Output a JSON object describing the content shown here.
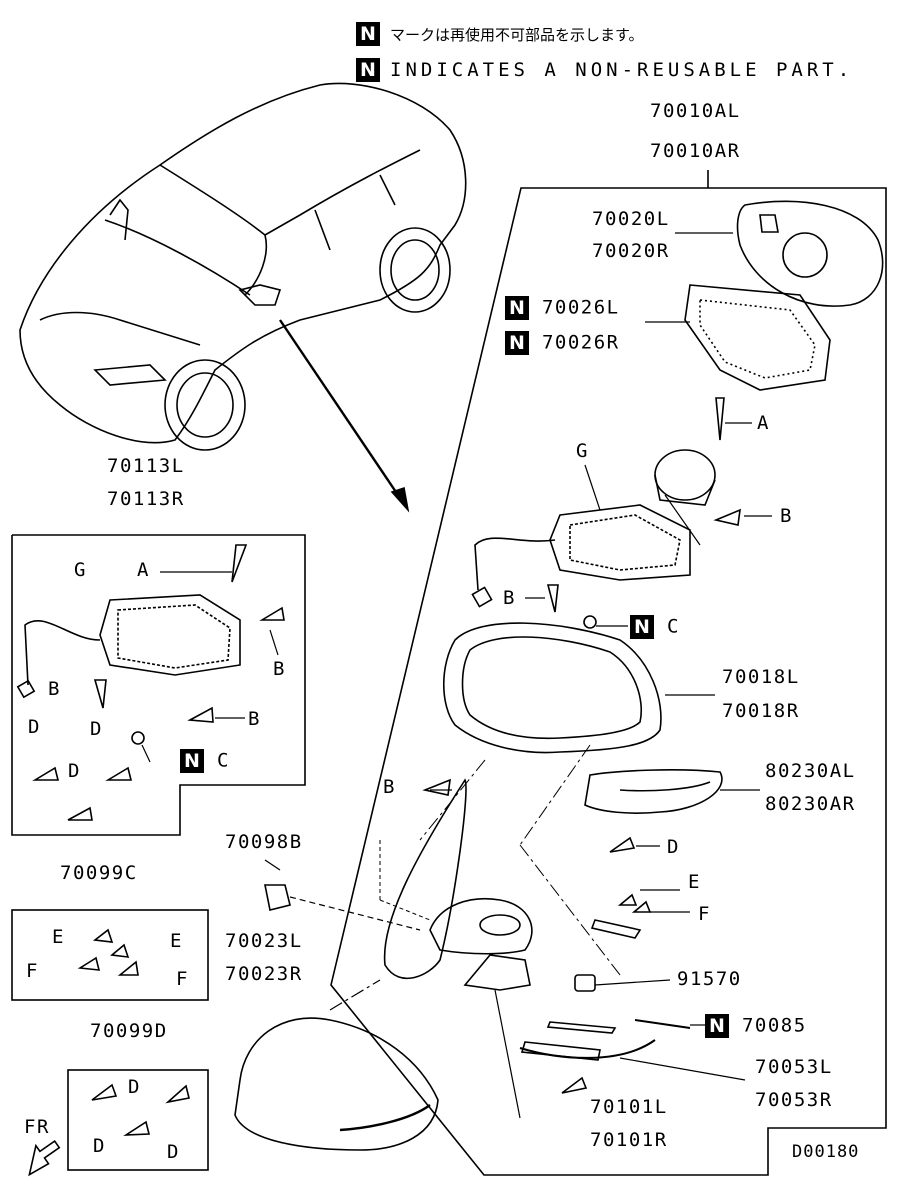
{
  "legend": {
    "badge": "N",
    "jp": "マークは再使用不可部品を示します。",
    "en": "INDICATES A NON-REUSABLE PART."
  },
  "parts": {
    "mirror_assy_l": "70010AL",
    "mirror_assy_r": "70010AR",
    "glass_l": "70020L",
    "glass_r": "70020R",
    "holder_l": "70026L",
    "holder_r": "70026R",
    "housing_l": "70018L",
    "housing_r": "70018R",
    "turn_lamp_l": "80230AL",
    "turn_lamp_r": "80230AR",
    "screw_b": "70098B",
    "base_l": "70023L",
    "base_r": "70023R",
    "bulb": "91570",
    "seal": "70085",
    "gasket_l": "70053L",
    "gasket_r": "70053R",
    "bracket_l": "70101L",
    "bracket_r": "70101R",
    "motor_l": "70113L",
    "motor_r": "70113R",
    "kit_c": "70099C",
    "kit_d": "70099D"
  },
  "callouts": {
    "a": "A",
    "b": "B",
    "c": "C",
    "d": "D",
    "e": "E",
    "f": "F",
    "g": "G"
  },
  "direction": "FR",
  "code": "D00180"
}
